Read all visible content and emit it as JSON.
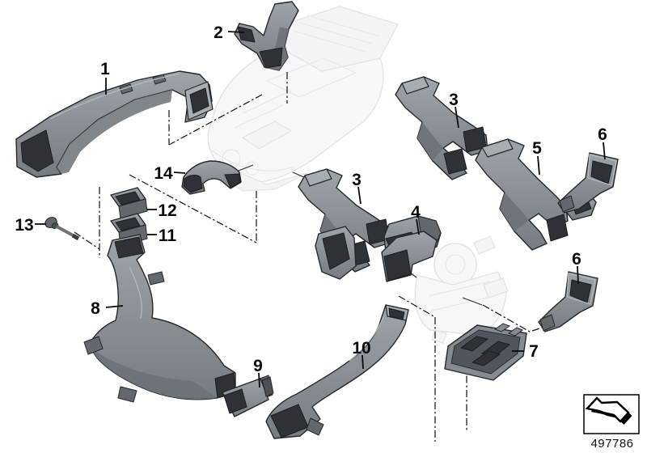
{
  "callouts": {
    "c1": "1",
    "c2": "2",
    "c3a": "3",
    "c3b": "3",
    "c4": "4",
    "c5": "5",
    "c6a": "6",
    "c6b": "6",
    "c7": "7",
    "c8": "8",
    "c9": "9",
    "c10": "10",
    "c11": "11",
    "c12": "12",
    "c13": "13",
    "c14": "14"
  },
  "legend": {
    "doc_number": "497786",
    "icon": "direction-arrow-icon"
  },
  "colors": {
    "duct_top": "#8f959b",
    "duct_side": "#62686e",
    "duct_opening": "#2e3236",
    "outline": "#24282c",
    "ghost_outline": "#c9cfd5",
    "label": "#0a0a0a",
    "background": "#ffffff"
  }
}
